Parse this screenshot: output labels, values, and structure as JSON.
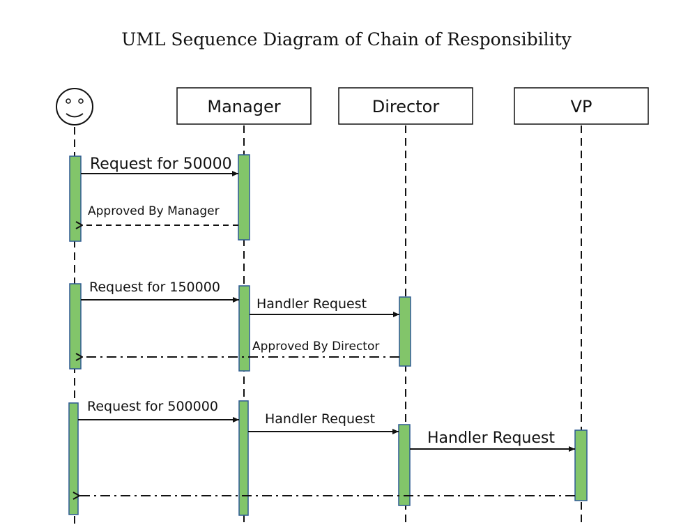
{
  "title": "UML Sequence Diagram of Chain of Responsibility",
  "actor": {
    "icon": "smiley-face-icon"
  },
  "participants": [
    {
      "label": "Manager"
    },
    {
      "label": "Director"
    },
    {
      "label": "VP"
    }
  ],
  "messages": {
    "m1": "Request for 50000",
    "m2": "Approved By Manager",
    "m3": "Request for 150000",
    "m4": "Handler Request",
    "m5": "Approved By Director",
    "m6": "Request for 500000",
    "m7": "Handler Request",
    "m8": "Handler Request"
  },
  "colors": {
    "activation_fill": "#82c56a",
    "activation_border": "#2e5a94",
    "lines": "#111111"
  }
}
